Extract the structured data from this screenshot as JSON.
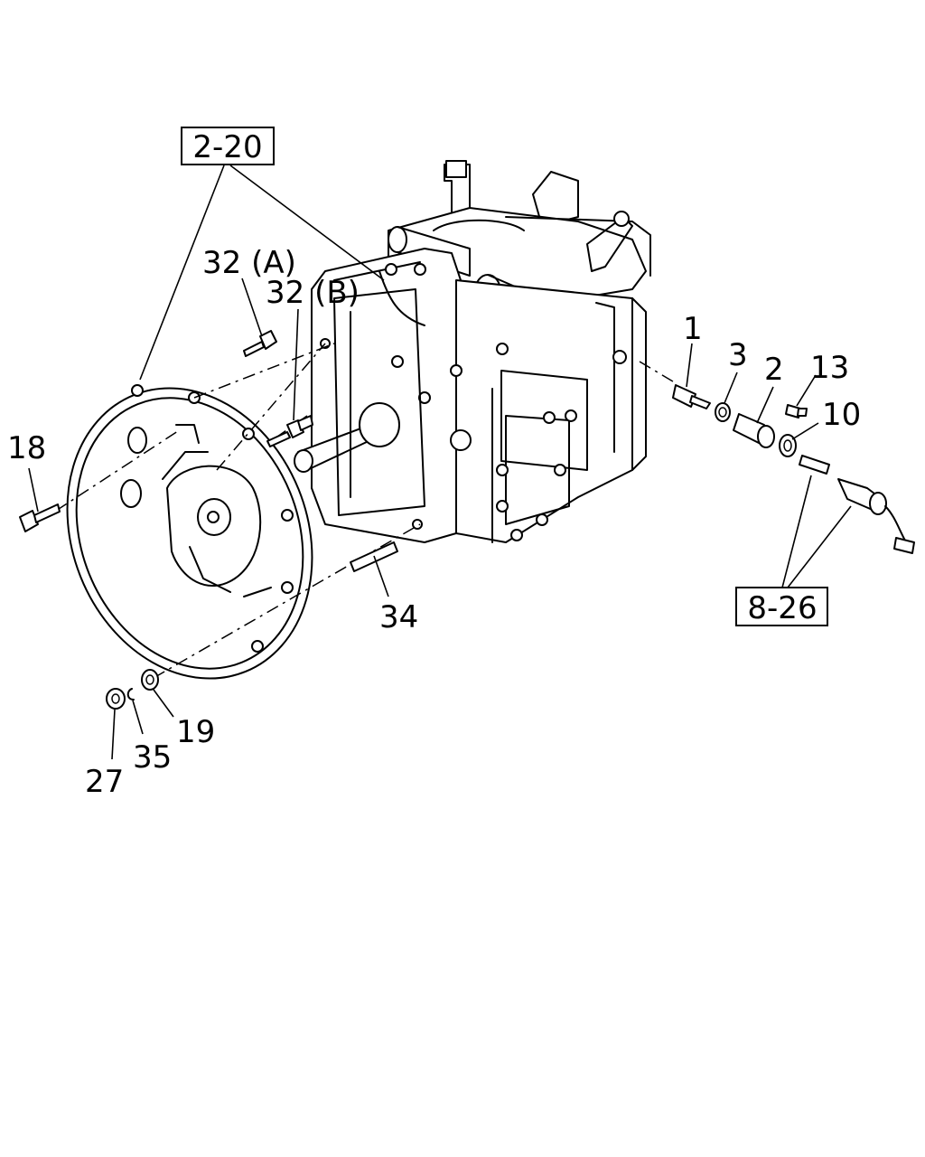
{
  "refs": {
    "group_top": "2-20",
    "group_right": "8-26"
  },
  "callouts": {
    "c1": "1",
    "c2": "2",
    "c3": "3",
    "c10": "10",
    "c13": "13",
    "c18": "18",
    "c19": "19",
    "c27": "27",
    "c32a": "32 (A)",
    "c32b": "32 (B)",
    "c34": "34",
    "c35": "35"
  }
}
